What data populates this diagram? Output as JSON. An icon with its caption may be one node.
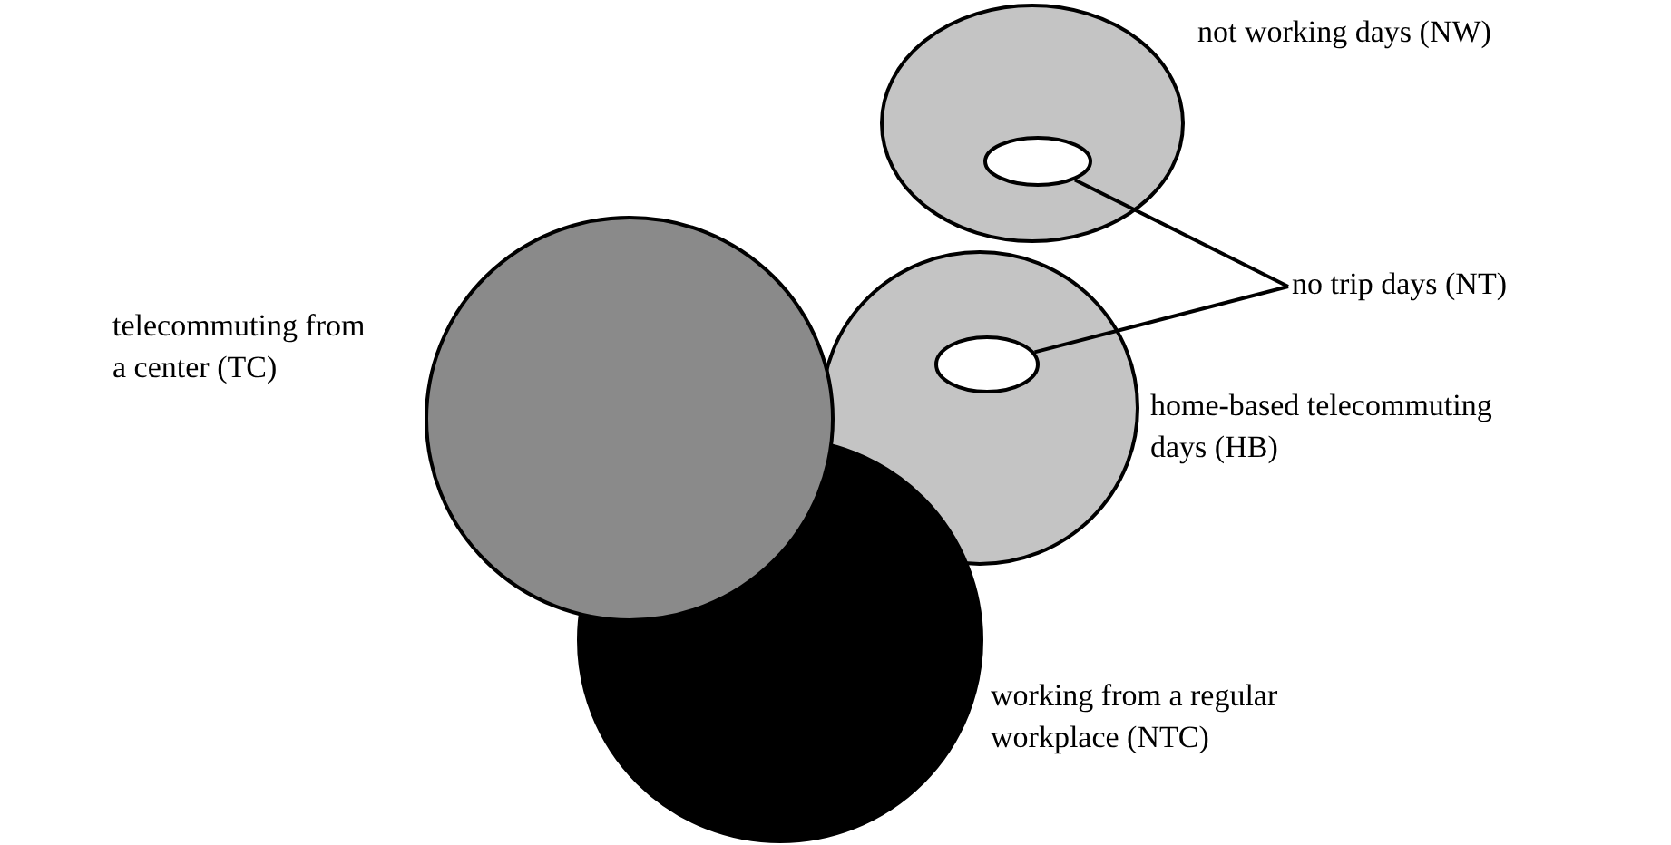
{
  "diagram": {
    "nodes": [
      {
        "text": [],
        "shape": "circle",
        "beside": [
          "not working days (NW)"
        ]
      },
      {
        "text": [],
        "shape": "circle",
        "in": 0
      },
      {
        "text": [
          "no trip days (NT)"
        ]
      },
      {
        "text": [],
        "shape": "circle",
        "beside": [
          "telecommuting from a center (TC)"
        ]
      },
      {
        "text": [],
        "shape": "circle",
        "beside": [
          "home-based telecommuting days (HB)"
        ]
      },
      {
        "text": [],
        "shape": "circle",
        "in": 4
      },
      {
        "text": [],
        "shape": "circle",
        "beside": [
          "working from a regular workplace (NTC)"
        ]
      }
    ],
    "edges": [
      {
        "from": 2,
        "to": 1,
        "arrow": "none"
      },
      {
        "from": 2,
        "to": 5,
        "arrow": "none"
      }
    ]
  }
}
